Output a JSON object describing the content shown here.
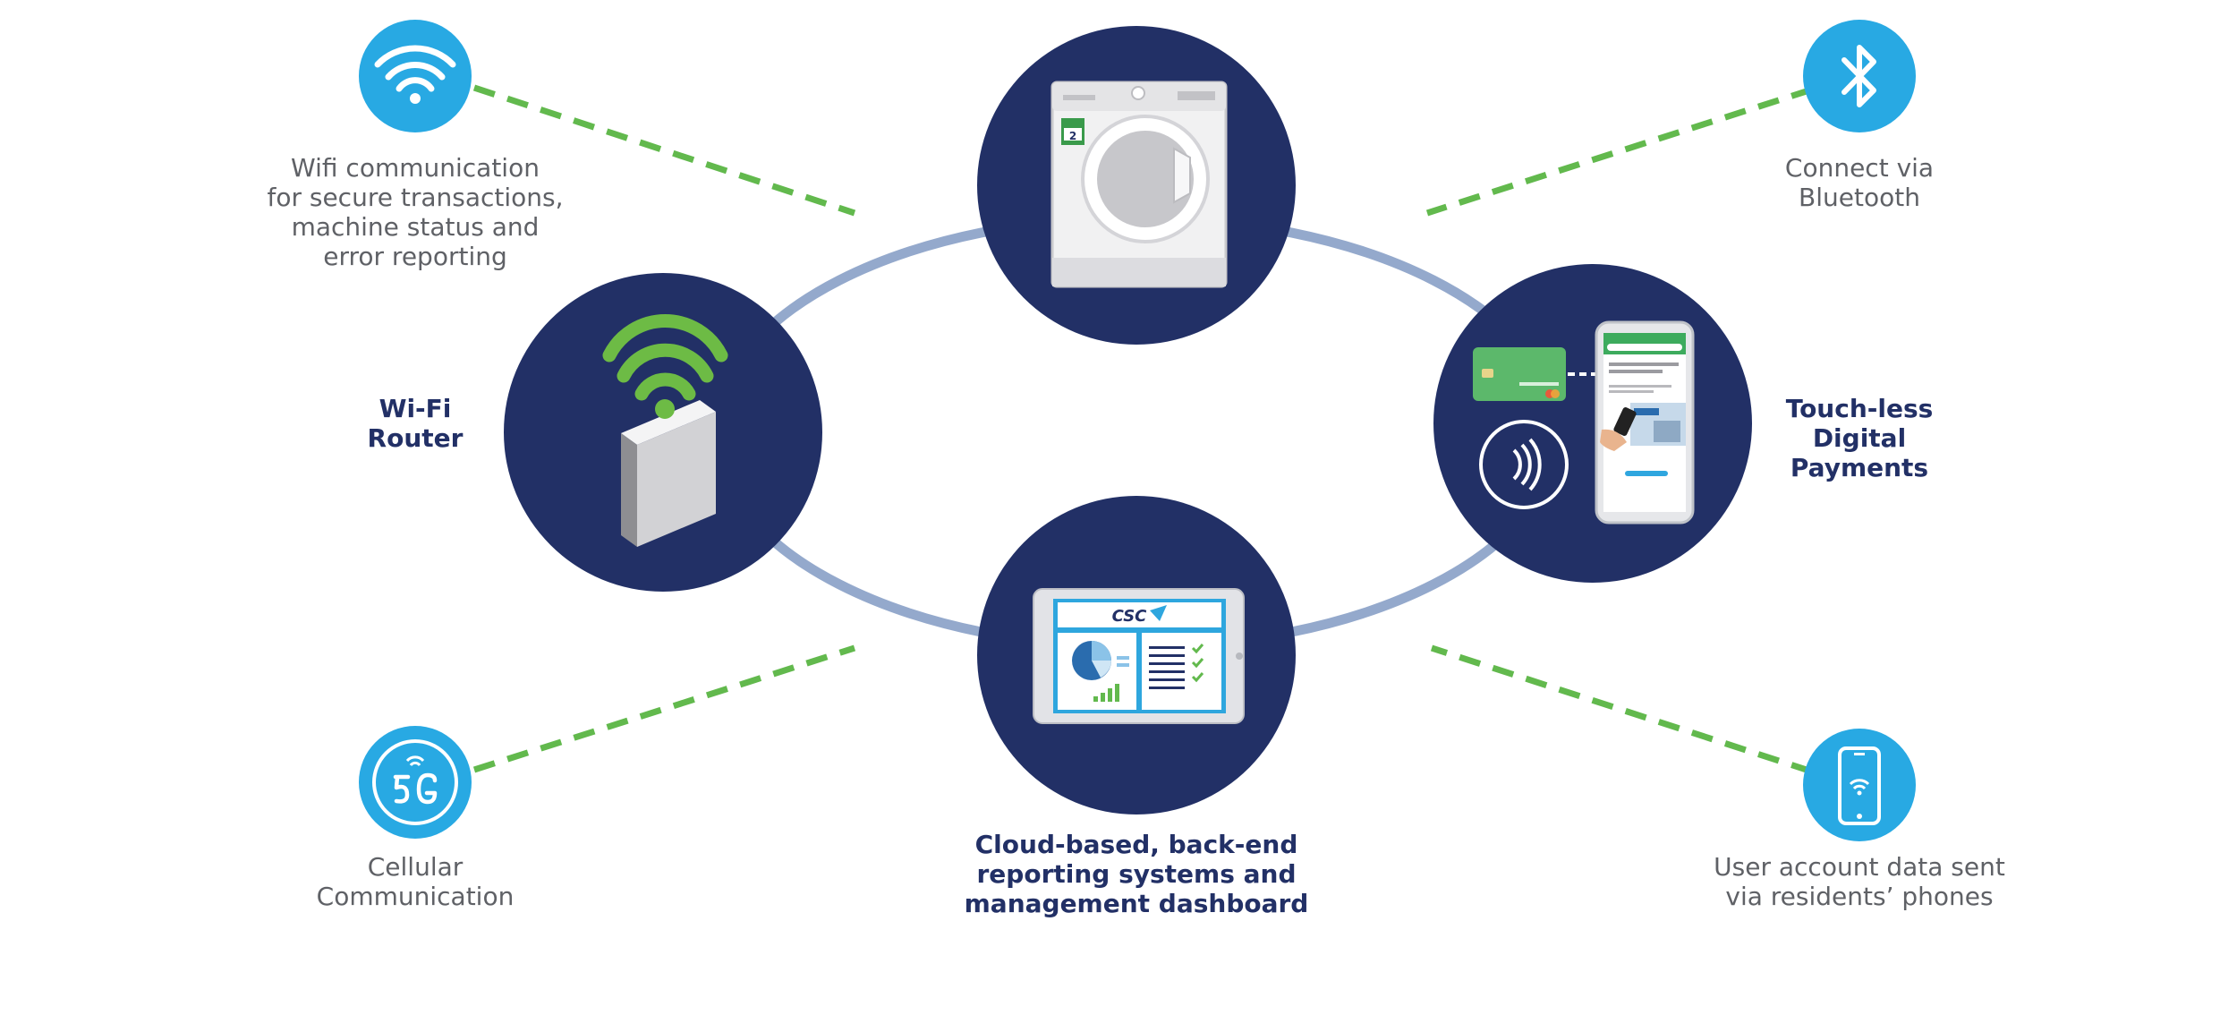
{
  "colors": {
    "navy": "#223066",
    "ring": "#94a9cc",
    "dash_green": "#62b94d",
    "icon_blue": "#28a9e3",
    "wifi_green": "#6dbb45",
    "caption_gray": "#5f6166"
  },
  "center_nodes": [
    {
      "id": "washer",
      "icon": "washing-machine-icon",
      "title_lines": []
    },
    {
      "id": "router",
      "icon": "wifi-router-icon",
      "title_lines": [
        "Wi-Fi",
        "Router"
      ]
    },
    {
      "id": "payments",
      "icon": "contactless-payment-icon",
      "title_lines": [
        "Touch-less",
        "Digital",
        "Payments"
      ]
    },
    {
      "id": "dashboard",
      "icon": "tablet-dashboard-icon",
      "title_lines": [
        "Cloud-based, back-end",
        "reporting systems and",
        "management dashboard"
      ]
    }
  ],
  "badges": [
    {
      "id": "wifi",
      "icon": "wifi-icon",
      "caption_lines": [
        "Wifi communication",
        "for secure transactions,",
        "machine status and",
        "error reporting"
      ]
    },
    {
      "id": "bluetooth",
      "icon": "bluetooth-icon",
      "caption_lines": [
        "Connect via",
        "Bluetooth"
      ]
    },
    {
      "id": "cellular",
      "icon": "5g-icon",
      "caption_lines": [
        "Cellular",
        "Communication"
      ]
    },
    {
      "id": "phone",
      "icon": "smartphone-icon",
      "caption_lines": [
        "User account data sent",
        "via residents’ phones"
      ]
    }
  ],
  "artwork_text": {
    "dashboard_logo": "CSC",
    "washer_tag": "2"
  }
}
